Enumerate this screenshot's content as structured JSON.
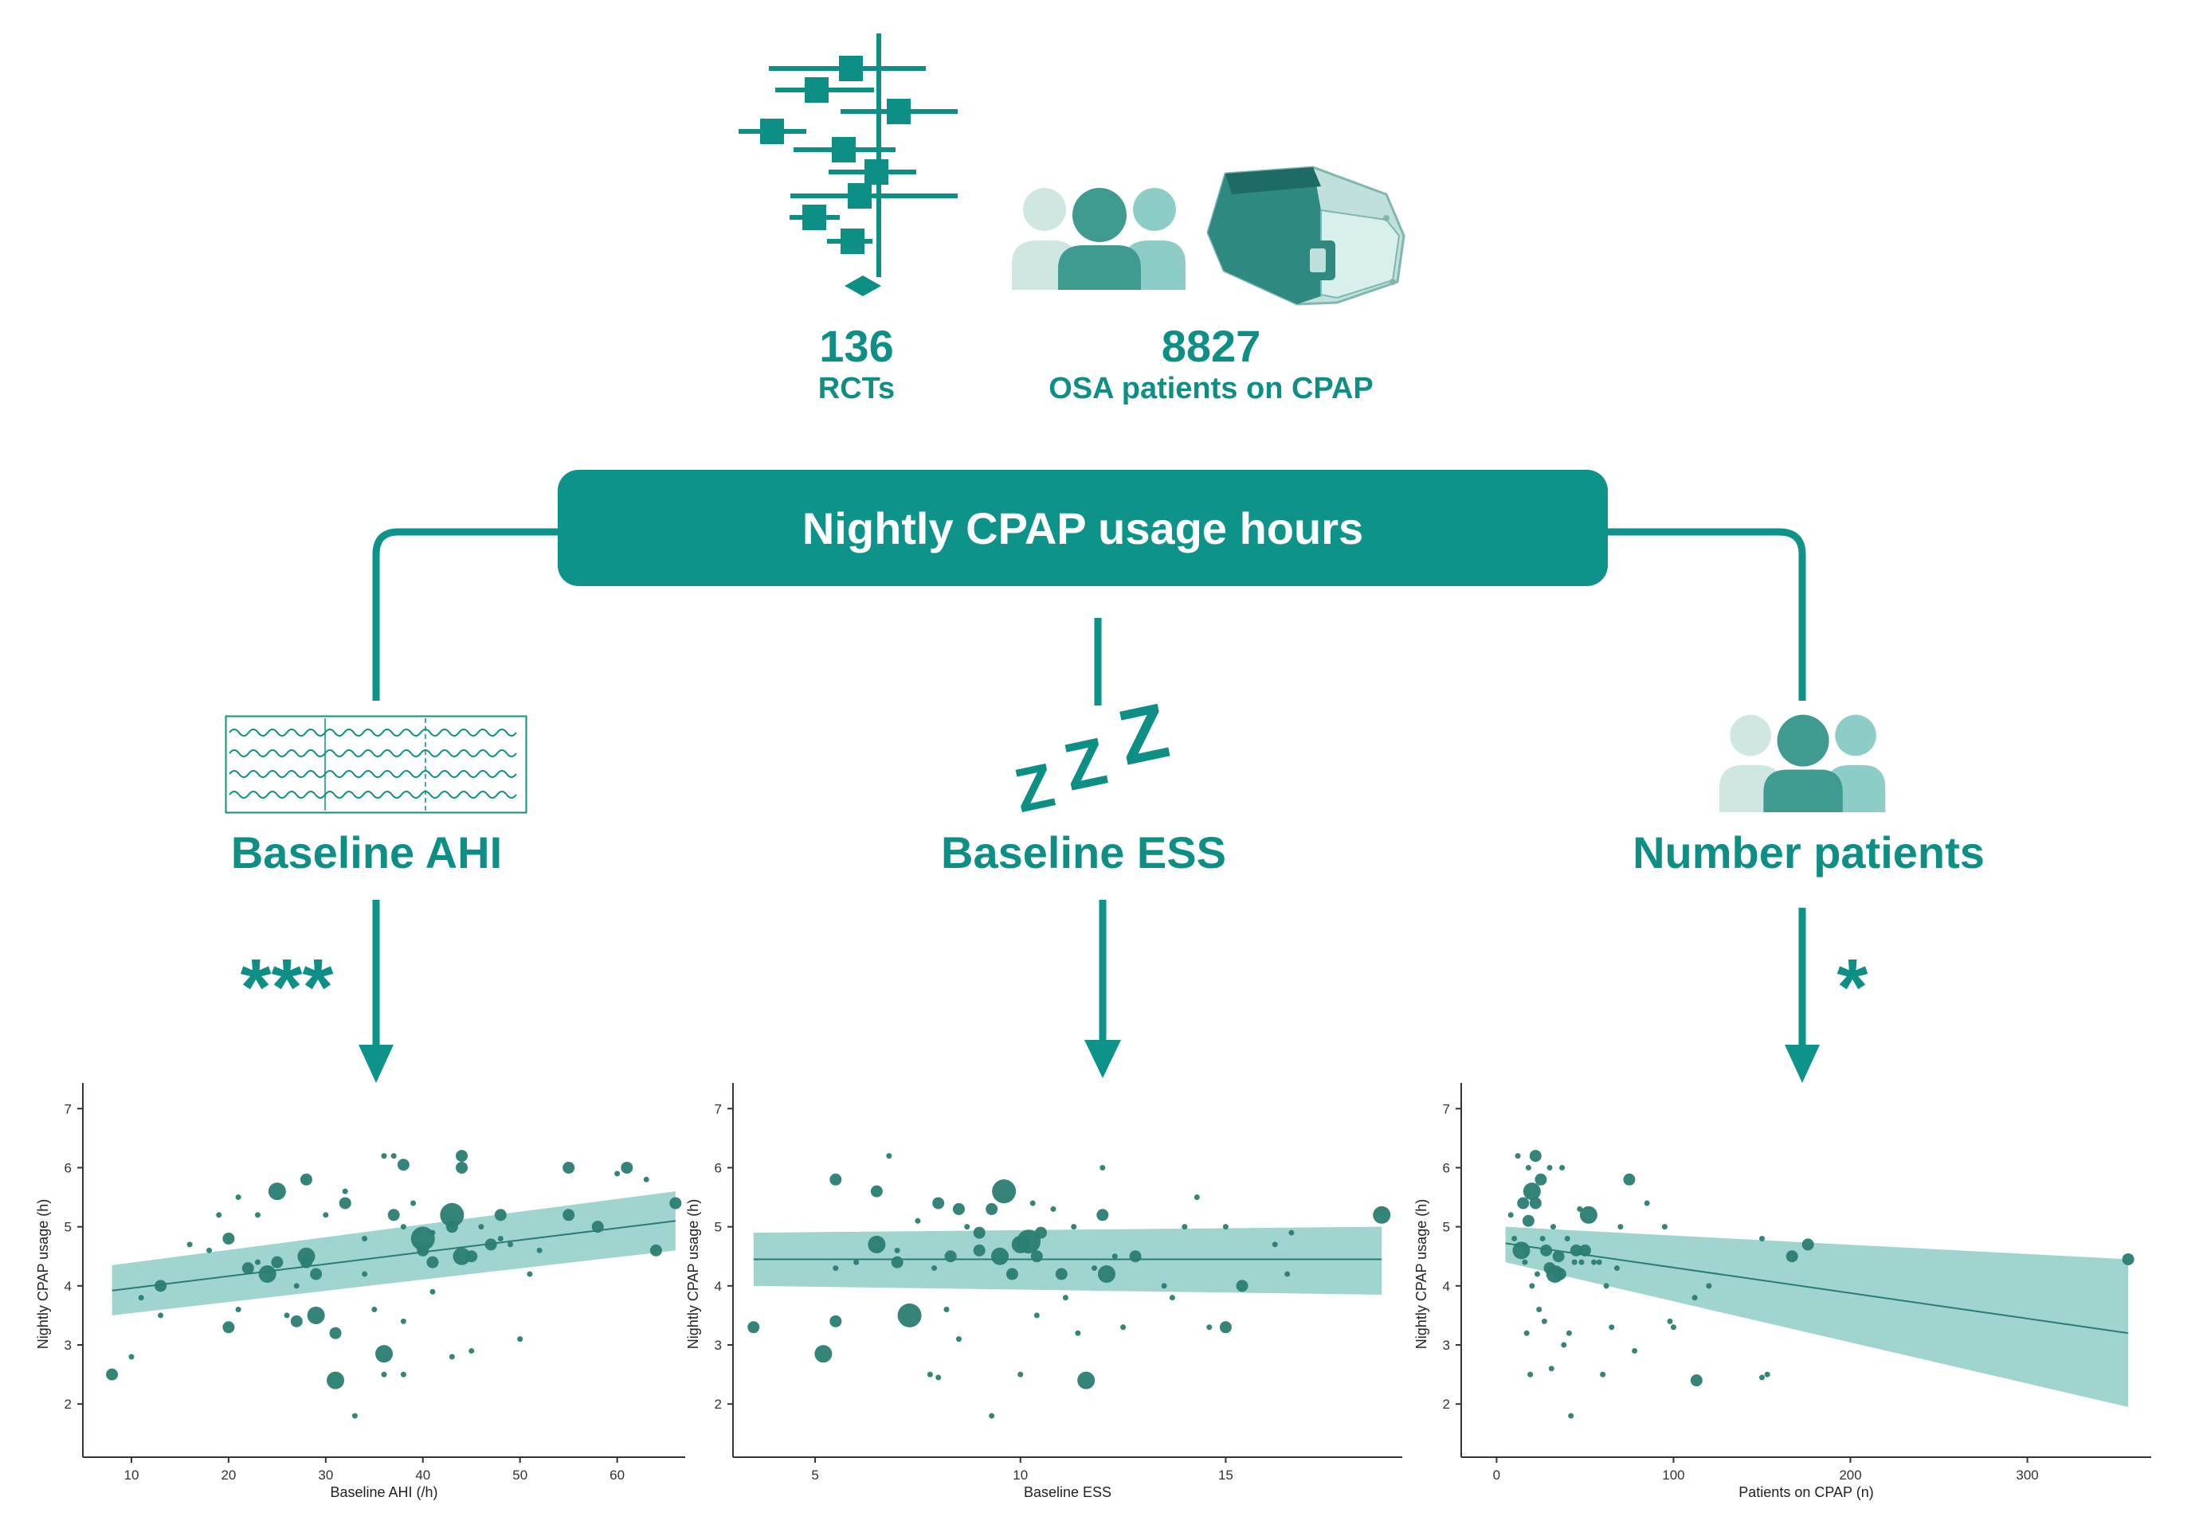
{
  "header": {
    "rcts": {
      "number": "136",
      "label": "RCTs"
    },
    "patients": {
      "number": "8827",
      "label": "OSA patients on CPAP"
    }
  },
  "central_box": {
    "label": "Nightly CPAP usage hours"
  },
  "variables": [
    {
      "label": "Baseline AHI",
      "significance": "***"
    },
    {
      "label": "Baseline ESS",
      "significance": ""
    },
    {
      "label": "Number patients",
      "significance": "*"
    }
  ],
  "colors": {
    "teal": "#0e938a",
    "dark_teal": "#2a7d72",
    "band": "#8ecdc7",
    "light": "#cfe6e2"
  },
  "icons": [
    "forest-plot-icon",
    "people-group-icon",
    "cpap-machine-icon",
    "eeg-waveform-icon",
    "sleep-zzz-icon"
  ],
  "chart_data": [
    {
      "type": "scatter",
      "xlabel": "Baseline AHI (/h)",
      "ylabel": "Nightly CPAP usage (h)",
      "xlim": [
        5,
        67
      ],
      "ylim": [
        1.1,
        7.3
      ],
      "xticks": [
        10,
        20,
        30,
        40,
        50,
        60
      ],
      "yticks": [
        2,
        3,
        4,
        5,
        6,
        7
      ],
      "trend": {
        "x": [
          8,
          66
        ],
        "y": [
          3.92,
          5.1
        ],
        "ci_low": [
          3.5,
          4.6
        ],
        "ci_high": [
          4.35,
          5.6
        ]
      },
      "points": [
        {
          "x": 8,
          "y": 2.5,
          "s": 2
        },
        {
          "x": 10,
          "y": 2.8,
          "s": 1
        },
        {
          "x": 11,
          "y": 3.8,
          "s": 1
        },
        {
          "x": 13,
          "y": 4.0,
          "s": 2
        },
        {
          "x": 13,
          "y": 3.5,
          "s": 1
        },
        {
          "x": 16,
          "y": 4.7,
          "s": 1
        },
        {
          "x": 18,
          "y": 4.6,
          "s": 1
        },
        {
          "x": 19,
          "y": 5.2,
          "s": 1
        },
        {
          "x": 20,
          "y": 3.3,
          "s": 2
        },
        {
          "x": 20,
          "y": 4.8,
          "s": 2
        },
        {
          "x": 21,
          "y": 5.5,
          "s": 1
        },
        {
          "x": 21,
          "y": 3.6,
          "s": 1
        },
        {
          "x": 22,
          "y": 4.3,
          "s": 2
        },
        {
          "x": 23,
          "y": 4.4,
          "s": 1
        },
        {
          "x": 23,
          "y": 5.2,
          "s": 1
        },
        {
          "x": 24,
          "y": 4.2,
          "s": 3
        },
        {
          "x": 25,
          "y": 5.6,
          "s": 3
        },
        {
          "x": 25,
          "y": 4.4,
          "s": 2
        },
        {
          "x": 26,
          "y": 3.5,
          "s": 1
        },
        {
          "x": 27,
          "y": 3.4,
          "s": 2
        },
        {
          "x": 27,
          "y": 4.0,
          "s": 1
        },
        {
          "x": 28,
          "y": 4.4,
          "s": 2
        },
        {
          "x": 28,
          "y": 5.8,
          "s": 2
        },
        {
          "x": 28,
          "y": 4.5,
          "s": 3
        },
        {
          "x": 29,
          "y": 3.5,
          "s": 3
        },
        {
          "x": 29,
          "y": 4.2,
          "s": 2
        },
        {
          "x": 30,
          "y": 5.2,
          "s": 1
        },
        {
          "x": 31,
          "y": 3.2,
          "s": 2
        },
        {
          "x": 31,
          "y": 2.4,
          "s": 3
        },
        {
          "x": 32,
          "y": 5.4,
          "s": 2
        },
        {
          "x": 32,
          "y": 5.6,
          "s": 1
        },
        {
          "x": 33,
          "y": 1.8,
          "s": 1
        },
        {
          "x": 34,
          "y": 4.8,
          "s": 1
        },
        {
          "x": 34,
          "y": 4.2,
          "s": 1
        },
        {
          "x": 35,
          "y": 3.6,
          "s": 1
        },
        {
          "x": 36,
          "y": 6.2,
          "s": 1
        },
        {
          "x": 36,
          "y": 2.85,
          "s": 3
        },
        {
          "x": 36,
          "y": 2.5,
          "s": 1
        },
        {
          "x": 37,
          "y": 6.2,
          "s": 1
        },
        {
          "x": 37,
          "y": 5.2,
          "s": 2
        },
        {
          "x": 38,
          "y": 6.05,
          "s": 2
        },
        {
          "x": 38,
          "y": 5.0,
          "s": 1
        },
        {
          "x": 38,
          "y": 3.4,
          "s": 1
        },
        {
          "x": 38,
          "y": 2.5,
          "s": 1
        },
        {
          "x": 39,
          "y": 5.4,
          "s": 1
        },
        {
          "x": 40,
          "y": 4.8,
          "s": 4
        },
        {
          "x": 40,
          "y": 4.6,
          "s": 2
        },
        {
          "x": 41,
          "y": 4.4,
          "s": 2
        },
        {
          "x": 41,
          "y": 4.9,
          "s": 1
        },
        {
          "x": 41,
          "y": 3.9,
          "s": 1
        },
        {
          "x": 43,
          "y": 5.2,
          "s": 4
        },
        {
          "x": 43,
          "y": 5.0,
          "s": 2
        },
        {
          "x": 43,
          "y": 2.8,
          "s": 1
        },
        {
          "x": 44,
          "y": 4.5,
          "s": 3
        },
        {
          "x": 44,
          "y": 6.2,
          "s": 2
        },
        {
          "x": 44,
          "y": 6.0,
          "s": 2
        },
        {
          "x": 45,
          "y": 4.5,
          "s": 2
        },
        {
          "x": 45,
          "y": 2.9,
          "s": 1
        },
        {
          "x": 46,
          "y": 5.0,
          "s": 1
        },
        {
          "x": 47,
          "y": 4.7,
          "s": 2
        },
        {
          "x": 48,
          "y": 5.2,
          "s": 2
        },
        {
          "x": 48,
          "y": 4.8,
          "s": 1
        },
        {
          "x": 49,
          "y": 4.7,
          "s": 1
        },
        {
          "x": 50,
          "y": 3.1,
          "s": 1
        },
        {
          "x": 51,
          "y": 4.2,
          "s": 1
        },
        {
          "x": 52,
          "y": 4.6,
          "s": 1
        },
        {
          "x": 55,
          "y": 5.2,
          "s": 2
        },
        {
          "x": 55,
          "y": 6.0,
          "s": 2
        },
        {
          "x": 58,
          "y": 5.0,
          "s": 2
        },
        {
          "x": 60,
          "y": 5.9,
          "s": 1
        },
        {
          "x": 61,
          "y": 6.0,
          "s": 2
        },
        {
          "x": 63,
          "y": 5.8,
          "s": 1
        },
        {
          "x": 64,
          "y": 4.6,
          "s": 2
        },
        {
          "x": 66,
          "y": 5.4,
          "s": 2
        }
      ]
    },
    {
      "type": "scatter",
      "xlabel": "Baseline ESS",
      "ylabel": "Nightly CPAP usage (h)",
      "xlim": [
        3,
        19.3
      ],
      "ylim": [
        1.1,
        7.3
      ],
      "xticks": [
        5,
        10,
        15
      ],
      "yticks": [
        2,
        3,
        4,
        5,
        6,
        7
      ],
      "trend": {
        "x": [
          3.5,
          18.8
        ],
        "y": [
          4.45,
          4.45
        ],
        "ci_low": [
          4.0,
          3.85
        ],
        "ci_high": [
          4.9,
          5.0
        ]
      },
      "points": [
        {
          "x": 3.5,
          "y": 3.3,
          "s": 2
        },
        {
          "x": 5.2,
          "y": 2.85,
          "s": 3
        },
        {
          "x": 5.5,
          "y": 3.4,
          "s": 2
        },
        {
          "x": 5.5,
          "y": 5.8,
          "s": 2
        },
        {
          "x": 5.5,
          "y": 4.3,
          "s": 1
        },
        {
          "x": 6.0,
          "y": 4.4,
          "s": 1
        },
        {
          "x": 6.5,
          "y": 4.7,
          "s": 3
        },
        {
          "x": 6.5,
          "y": 5.6,
          "s": 2
        },
        {
          "x": 6.8,
          "y": 6.2,
          "s": 1
        },
        {
          "x": 7.0,
          "y": 4.4,
          "s": 2
        },
        {
          "x": 7.0,
          "y": 4.6,
          "s": 1
        },
        {
          "x": 7.3,
          "y": 3.5,
          "s": 4
        },
        {
          "x": 7.5,
          "y": 5.1,
          "s": 1
        },
        {
          "x": 7.8,
          "y": 2.5,
          "s": 1
        },
        {
          "x": 7.9,
          "y": 4.3,
          "s": 1
        },
        {
          "x": 8.0,
          "y": 5.4,
          "s": 2
        },
        {
          "x": 8.0,
          "y": 2.45,
          "s": 1
        },
        {
          "x": 8.2,
          "y": 3.6,
          "s": 1
        },
        {
          "x": 8.3,
          "y": 4.5,
          "s": 2
        },
        {
          "x": 8.5,
          "y": 5.3,
          "s": 2
        },
        {
          "x": 8.5,
          "y": 3.1,
          "s": 1
        },
        {
          "x": 8.7,
          "y": 5.0,
          "s": 1
        },
        {
          "x": 9.0,
          "y": 4.6,
          "s": 2
        },
        {
          "x": 9.0,
          "y": 4.9,
          "s": 2
        },
        {
          "x": 9.3,
          "y": 5.3,
          "s": 2
        },
        {
          "x": 9.3,
          "y": 1.8,
          "s": 1
        },
        {
          "x": 9.5,
          "y": 4.5,
          "s": 3
        },
        {
          "x": 9.6,
          "y": 5.6,
          "s": 4
        },
        {
          "x": 9.8,
          "y": 4.2,
          "s": 2
        },
        {
          "x": 10.0,
          "y": 4.7,
          "s": 3
        },
        {
          "x": 10.0,
          "y": 2.5,
          "s": 1
        },
        {
          "x": 10.2,
          "y": 4.75,
          "s": 4
        },
        {
          "x": 10.3,
          "y": 5.4,
          "s": 1
        },
        {
          "x": 10.4,
          "y": 4.5,
          "s": 2
        },
        {
          "x": 10.4,
          "y": 3.5,
          "s": 1
        },
        {
          "x": 10.5,
          "y": 4.9,
          "s": 2
        },
        {
          "x": 10.8,
          "y": 5.3,
          "s": 1
        },
        {
          "x": 11.0,
          "y": 4.2,
          "s": 2
        },
        {
          "x": 11.1,
          "y": 3.8,
          "s": 1
        },
        {
          "x": 11.3,
          "y": 5.0,
          "s": 1
        },
        {
          "x": 11.4,
          "y": 3.2,
          "s": 1
        },
        {
          "x": 11.6,
          "y": 2.4,
          "s": 3
        },
        {
          "x": 11.8,
          "y": 4.3,
          "s": 1
        },
        {
          "x": 12.0,
          "y": 6.0,
          "s": 1
        },
        {
          "x": 12.0,
          "y": 5.2,
          "s": 2
        },
        {
          "x": 12.1,
          "y": 4.2,
          "s": 3
        },
        {
          "x": 12.3,
          "y": 4.5,
          "s": 1
        },
        {
          "x": 12.5,
          "y": 3.3,
          "s": 1
        },
        {
          "x": 12.8,
          "y": 4.5,
          "s": 2
        },
        {
          "x": 13.5,
          "y": 4.0,
          "s": 1
        },
        {
          "x": 13.7,
          "y": 3.8,
          "s": 1
        },
        {
          "x": 14.0,
          "y": 5.0,
          "s": 1
        },
        {
          "x": 14.3,
          "y": 5.5,
          "s": 1
        },
        {
          "x": 14.6,
          "y": 3.3,
          "s": 1
        },
        {
          "x": 15.0,
          "y": 3.3,
          "s": 2
        },
        {
          "x": 15.0,
          "y": 5.0,
          "s": 1
        },
        {
          "x": 15.4,
          "y": 4.0,
          "s": 2
        },
        {
          "x": 16.2,
          "y": 4.7,
          "s": 1
        },
        {
          "x": 16.5,
          "y": 4.2,
          "s": 1
        },
        {
          "x": 16.6,
          "y": 4.9,
          "s": 1
        },
        {
          "x": 18.8,
          "y": 5.2,
          "s": 3
        }
      ]
    },
    {
      "type": "scatter",
      "xlabel": "Patients on CPAP (n)",
      "ylabel": "Nightly CPAP usage (h)",
      "xlim": [
        -20,
        370
      ],
      "ylim": [
        1.1,
        7.3
      ],
      "xticks": [
        0,
        100,
        200,
        300
      ],
      "yticks": [
        2,
        3,
        4,
        5,
        6,
        7
      ],
      "trend": {
        "x": [
          5,
          357
        ],
        "y": [
          4.72,
          3.2
        ],
        "ci_low": [
          4.4,
          1.95
        ],
        "ci_high": [
          5.0,
          4.45
        ]
      },
      "points": [
        {
          "x": 8,
          "y": 5.2,
          "s": 1
        },
        {
          "x": 10,
          "y": 4.8,
          "s": 1
        },
        {
          "x": 12,
          "y": 6.2,
          "s": 1
        },
        {
          "x": 14,
          "y": 4.6,
          "s": 3
        },
        {
          "x": 15,
          "y": 5.4,
          "s": 2
        },
        {
          "x": 16,
          "y": 4.4,
          "s": 1
        },
        {
          "x": 17,
          "y": 3.2,
          "s": 1
        },
        {
          "x": 18,
          "y": 5.1,
          "s": 2
        },
        {
          "x": 18,
          "y": 6.0,
          "s": 1
        },
        {
          "x": 19,
          "y": 2.5,
          "s": 1
        },
        {
          "x": 20,
          "y": 4.0,
          "s": 1
        },
        {
          "x": 20,
          "y": 5.6,
          "s": 3
        },
        {
          "x": 22,
          "y": 5.4,
          "s": 2
        },
        {
          "x": 22,
          "y": 6.2,
          "s": 2
        },
        {
          "x": 23,
          "y": 4.2,
          "s": 1
        },
        {
          "x": 24,
          "y": 3.6,
          "s": 1
        },
        {
          "x": 25,
          "y": 5.8,
          "s": 2
        },
        {
          "x": 26,
          "y": 4.8,
          "s": 1
        },
        {
          "x": 27,
          "y": 3.4,
          "s": 1
        },
        {
          "x": 28,
          "y": 4.6,
          "s": 2
        },
        {
          "x": 30,
          "y": 4.3,
          "s": 2
        },
        {
          "x": 30,
          "y": 6.0,
          "s": 1
        },
        {
          "x": 31,
          "y": 2.6,
          "s": 1
        },
        {
          "x": 32,
          "y": 5.0,
          "s": 1
        },
        {
          "x": 33,
          "y": 4.2,
          "s": 3
        },
        {
          "x": 35,
          "y": 4.5,
          "s": 2
        },
        {
          "x": 36,
          "y": 4.2,
          "s": 2
        },
        {
          "x": 37,
          "y": 6.0,
          "s": 1
        },
        {
          "x": 38,
          "y": 3.0,
          "s": 1
        },
        {
          "x": 40,
          "y": 4.8,
          "s": 1
        },
        {
          "x": 41,
          "y": 3.2,
          "s": 1
        },
        {
          "x": 42,
          "y": 1.8,
          "s": 1
        },
        {
          "x": 44,
          "y": 4.4,
          "s": 1
        },
        {
          "x": 45,
          "y": 4.6,
          "s": 2
        },
        {
          "x": 47,
          "y": 5.3,
          "s": 1
        },
        {
          "x": 48,
          "y": 4.4,
          "s": 1
        },
        {
          "x": 50,
          "y": 4.6,
          "s": 2
        },
        {
          "x": 52,
          "y": 5.2,
          "s": 3
        },
        {
          "x": 55,
          "y": 4.4,
          "s": 1
        },
        {
          "x": 58,
          "y": 4.4,
          "s": 1
        },
        {
          "x": 60,
          "y": 2.5,
          "s": 1
        },
        {
          "x": 62,
          "y": 4.0,
          "s": 1
        },
        {
          "x": 65,
          "y": 3.3,
          "s": 1
        },
        {
          "x": 68,
          "y": 4.3,
          "s": 1
        },
        {
          "x": 70,
          "y": 5.0,
          "s": 1
        },
        {
          "x": 75,
          "y": 5.8,
          "s": 2
        },
        {
          "x": 78,
          "y": 2.9,
          "s": 1
        },
        {
          "x": 85,
          "y": 5.4,
          "s": 1
        },
        {
          "x": 95,
          "y": 5.0,
          "s": 1
        },
        {
          "x": 98,
          "y": 3.4,
          "s": 1
        },
        {
          "x": 100,
          "y": 3.3,
          "s": 1
        },
        {
          "x": 112,
          "y": 3.8,
          "s": 1
        },
        {
          "x": 113,
          "y": 2.4,
          "s": 2
        },
        {
          "x": 120,
          "y": 4.0,
          "s": 1
        },
        {
          "x": 150,
          "y": 4.8,
          "s": 1
        },
        {
          "x": 150,
          "y": 2.45,
          "s": 1
        },
        {
          "x": 153,
          "y": 2.5,
          "s": 1
        },
        {
          "x": 167,
          "y": 4.5,
          "s": 2
        },
        {
          "x": 176,
          "y": 4.7,
          "s": 2
        },
        {
          "x": 357,
          "y": 4.45,
          "s": 2
        }
      ]
    }
  ]
}
